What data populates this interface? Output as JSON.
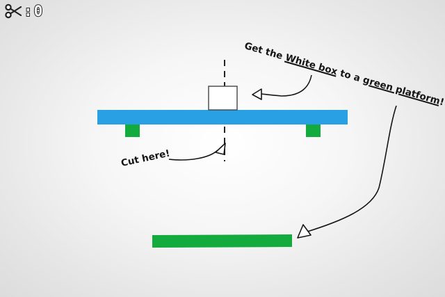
{
  "hud": {
    "scissors_icon": "scissors-icon",
    "cut_separator": ":",
    "cut_count": "0"
  },
  "hints": {
    "instruction_parts": [
      "Get the ",
      "White box",
      " to a ",
      "green platform",
      "!"
    ],
    "cut_hint": "Cut here!"
  },
  "colors": {
    "beam": "#29a0e4",
    "green": "#14ab3e",
    "box_fill": "#ffffff",
    "ink": "#151515"
  }
}
